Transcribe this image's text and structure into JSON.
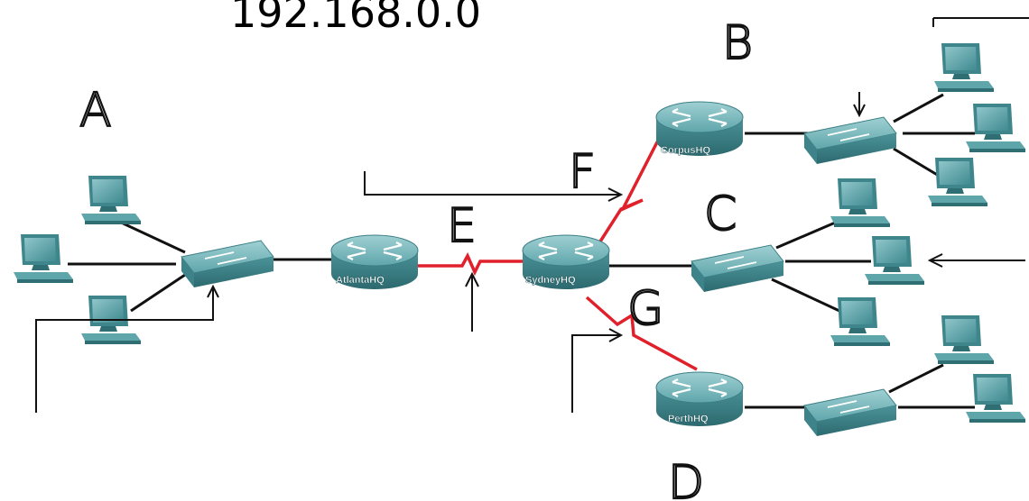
{
  "title": "192.168.0.0",
  "labels": {
    "a": "A",
    "b": "B",
    "c": "C",
    "d": "D",
    "e": "E",
    "f": "F",
    "g": "G"
  },
  "routers": {
    "atlanta": "AtlantaHQ",
    "sydney": "SydneyHQ",
    "corpus": "CorpusHQ",
    "perth": "PerthHQ"
  },
  "colors": {
    "device": "#4e9aa0",
    "device_dark": "#2f6f74",
    "serial_link": "#e0202a",
    "ethernet_link": "#111111"
  }
}
